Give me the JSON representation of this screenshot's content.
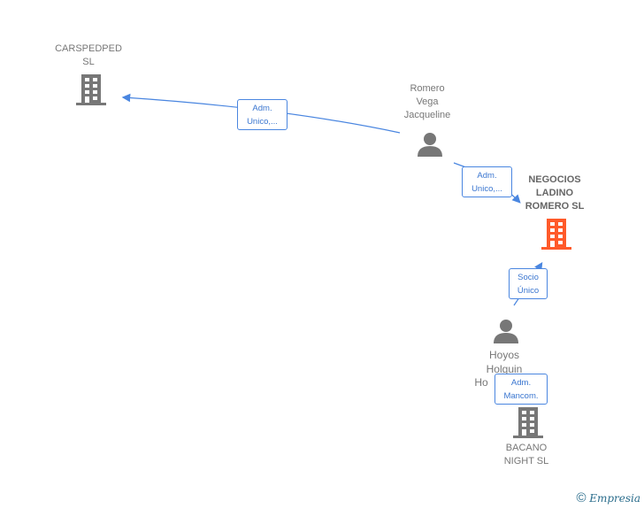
{
  "nodes": {
    "carspedped": {
      "lines": [
        "CARSPEDPED",
        "SL"
      ],
      "icon": "building-icon",
      "color": "#777777"
    },
    "romero": {
      "lines": [
        "Romero",
        "Vega",
        "Jacqueline"
      ],
      "icon": "person-icon",
      "color": "#777777"
    },
    "negocios": {
      "lines": [
        "NEGOCIOS",
        "LADINO",
        "ROMERO  SL"
      ],
      "icon": "building-icon",
      "color": "#ff5a2a"
    },
    "hoyos": {
      "lines": [
        "Hoyos",
        "Holguin",
        "Ho"
      ],
      "icon": "person-icon",
      "color": "#777777"
    },
    "bacano": {
      "lines": [
        "BACANO",
        "NIGHT  SL"
      ],
      "icon": "building-icon",
      "color": "#777777"
    }
  },
  "edges": [
    {
      "lines": [
        "Adm.",
        "Unico,..."
      ]
    },
    {
      "lines": [
        "Adm.",
        "Unico,..."
      ]
    },
    {
      "lines": [
        "Socio",
        "Único"
      ]
    },
    {
      "lines": [
        "Adm.",
        "Mancom."
      ]
    }
  ],
  "footer": {
    "copyright": "©",
    "brand": "Empresia"
  },
  "colors": {
    "edge": "#4a86e0",
    "accent": "#ff5a2a",
    "brand": "#f07d1a"
  }
}
